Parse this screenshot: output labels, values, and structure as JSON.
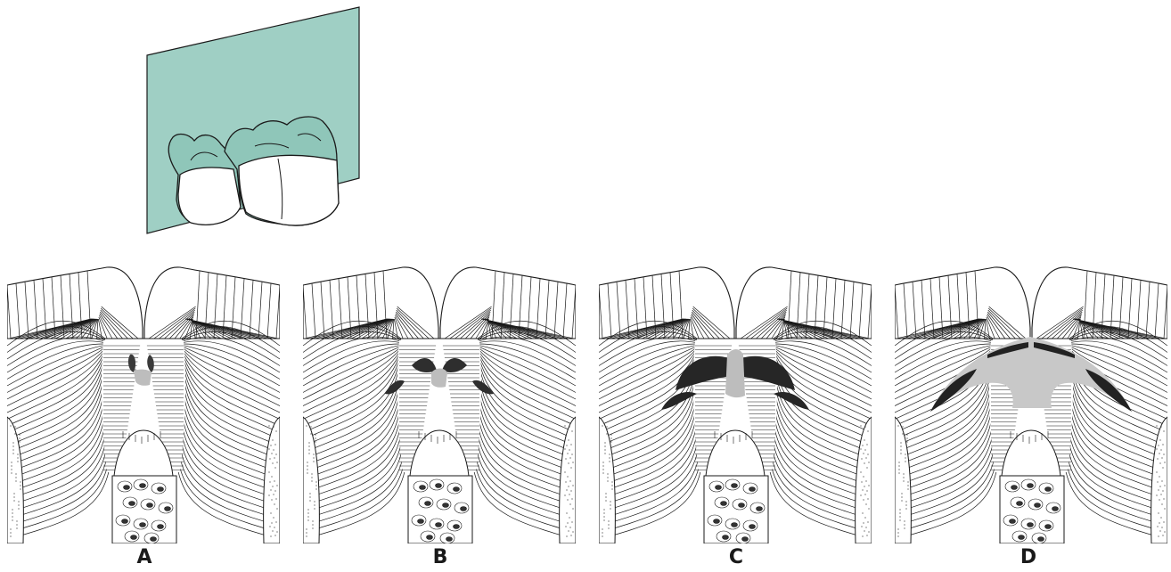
{
  "figure": {
    "panel_labels": [
      "A",
      "B",
      "C",
      "D"
    ],
    "inset_plane_color": "#9fcfc4"
  }
}
